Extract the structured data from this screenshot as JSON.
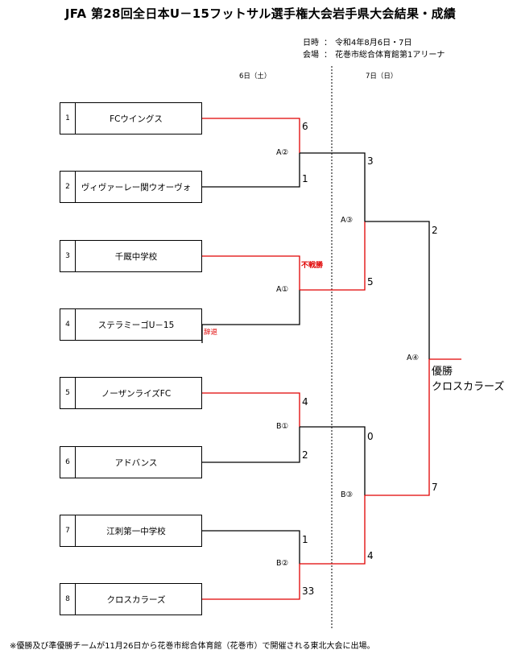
{
  "title": "JFA 第28回全日本U－15フットサル選手権大会岩手県大会結果・成績",
  "meta": {
    "date_label": "日時",
    "date_value": "令和4年8月6日・7日",
    "venue_label": "会場",
    "venue_value": "花巻市総合体育館第1アリーナ"
  },
  "days": {
    "day1": "6日（土）",
    "day2": "7日（日）"
  },
  "teams": [
    {
      "seed": "1",
      "name": "FCウイングス"
    },
    {
      "seed": "2",
      "name": "ヴィヴァーレー関ウオーヴォ"
    },
    {
      "seed": "3",
      "name": "千厩中学校"
    },
    {
      "seed": "4",
      "name": "ステラミーゴU－15"
    },
    {
      "seed": "5",
      "name": "ノーザンライズFC"
    },
    {
      "seed": "6",
      "name": "アドバンス"
    },
    {
      "seed": "7",
      "name": "江刺第一中学校"
    },
    {
      "seed": "8",
      "name": "クロスカラーズ"
    }
  ],
  "matches": {
    "a2": "A②",
    "a1": "A①",
    "b1": "B①",
    "b2": "B②",
    "a3": "A③",
    "b3": "B③",
    "a4": "A④"
  },
  "scores": {
    "a2_top": "6",
    "a2_bot": "1",
    "b1_top": "4",
    "b1_bot": "2",
    "b2_top": "1",
    "b2_bot": "33",
    "a3_top": "3",
    "a3_bot": "5",
    "b3_top": "0",
    "b3_bot": "4",
    "a4_top": "2",
    "a4_bot": "7"
  },
  "notes": {
    "forfeit_win": "不戦勝",
    "withdraw": "辞退"
  },
  "champion": {
    "label": "優勝",
    "team": "クロスカラーズ"
  },
  "footer": "※優勝及び準優勝チームが11月26日から花巻市総合体育館（花巻市）で開催される東北大会に出場。",
  "colors": {
    "win_line": "#e00000",
    "line": "#000000"
  }
}
